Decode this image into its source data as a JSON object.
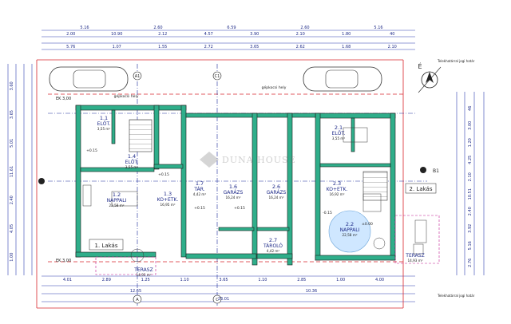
{
  "rooms": [
    {
      "id": "r11",
      "number": "1.1",
      "name": "ELŐT.",
      "area": "3,55 m²"
    },
    {
      "id": "r12",
      "number": "1.2",
      "name": "NAPPALI",
      "area": "22,58 m²"
    },
    {
      "id": "r13",
      "number": "1.3",
      "name": "KO+ETK.",
      "area": "16,95 m²"
    },
    {
      "id": "r14",
      "number": "1.4",
      "name": "ELŐT.",
      "area": "3,55 m²"
    },
    {
      "id": "r17",
      "number": "1.7",
      "name": "TÁR.",
      "area": "4,42 m²"
    },
    {
      "id": "r16",
      "number": "1.6",
      "name": "GARÁZS",
      "area": "16,24 m²"
    },
    {
      "id": "r26",
      "number": "2.6",
      "name": "GARÁZS",
      "area": "16,24 m²"
    },
    {
      "id": "r27",
      "number": "2.7",
      "name": "TÁROLÓ",
      "area": "4,42 m²"
    },
    {
      "id": "r23",
      "number": "2.3",
      "name": "KO+ETK.",
      "area": "16,92 m²"
    },
    {
      "id": "r22",
      "number": "2.2",
      "name": "NAPPALI",
      "area": "22,58 m²"
    },
    {
      "id": "r21",
      "number": "2.1",
      "name": "ELŐT.",
      "area": "3,55 m²"
    },
    {
      "id": "r1terasz",
      "number": "",
      "name": "TERASZ",
      "area": "14,93 m²"
    },
    {
      "id": "r2terasz",
      "number": "",
      "name": "TERASZ",
      "area": "14,93 m²"
    }
  ],
  "labels": {
    "unit1": "1. Lakás",
    "unit2": "2. Lakás",
    "watermark": "DUNA HOUSE",
    "parking": "gépkocsi hely",
    "parking2": "gépkocsi hely",
    "property_line_top": "Telekhatárral jogi határ",
    "property_line_bottom": "Telekhatárral jogi határ",
    "north": "É",
    "section_a1": "A1",
    "section_c1": "C1",
    "section_b1": "B1",
    "axis_a": "A",
    "axis_c": "C",
    "ek_top": "EK 3,00",
    "ek_bottom": "EK 3,00"
  },
  "dimensions": {
    "top_row1": [
      "5.16",
      "2.60",
      "6.59",
      "2.60",
      "5.16"
    ],
    "top_row2": [
      "2.00",
      "10.90",
      "2.12",
      "4.57",
      "3.90",
      "2.10",
      "1.80",
      "40"
    ],
    "top_row3": [
      "5.76",
      "1.07",
      "1.55",
      "2.72",
      "3.65",
      "2.62",
      "1.68",
      "2.10"
    ],
    "bottom_row1": [
      "4.01",
      "2.89",
      "1.25",
      "1.10",
      "3.65",
      "1.10",
      "2.85",
      "1.00",
      "4.00"
    ],
    "bottom_row2": [
      "12.65",
      "10.36"
    ],
    "bottom_row3": [
      "23.01"
    ],
    "left_col": [
      "3.60",
      "3.65",
      "5.01",
      "11.61",
      "2.40",
      "4.05",
      "1.00"
    ],
    "right_col": [
      "46",
      "3.00",
      "1.20",
      "4.25",
      "2.10",
      "10.51",
      "2.40",
      "3.92",
      "5.16",
      "2.76"
    ],
    "heights": [
      "+0.15",
      "+0.15",
      "+0.15",
      "+0.15",
      "-0.15",
      "±0.00"
    ]
  },
  "colors": {
    "wall_fill": "#2fae8a",
    "dimension_line": "#2f3fb0",
    "property_line": "#d8262c",
    "terrace_outline": "#c0188f",
    "living_highlight": "#cfe7ff"
  }
}
